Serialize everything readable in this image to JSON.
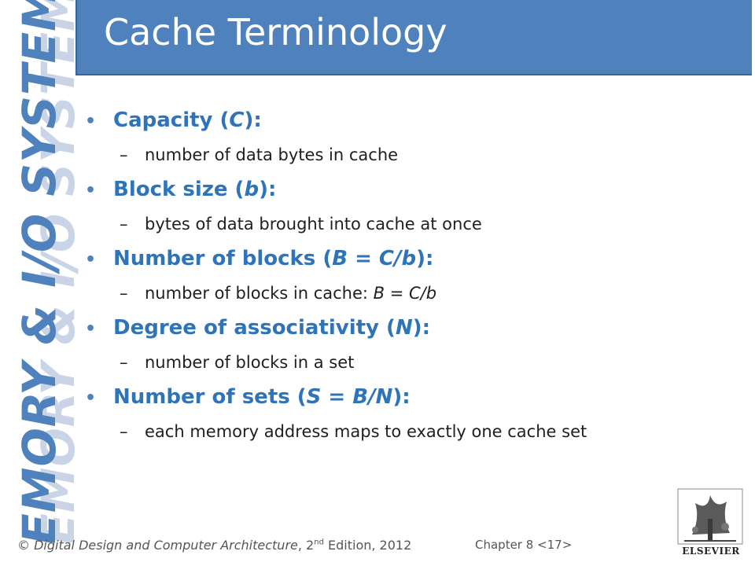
{
  "slide": {
    "title": "Cache Terminology",
    "side_title": "MEMORY & I/O SYSTEMS",
    "items": [
      {
        "label_pre": "Capacity (",
        "label_var": "C",
        "label_post": "):",
        "sub_pre": "number of data bytes in cache",
        "sub_var": "",
        "sub_post": ""
      },
      {
        "label_pre": "Block size (",
        "label_var": "b",
        "label_post": "):",
        "sub_pre": "bytes of data brought into cache at once",
        "sub_var": "",
        "sub_post": ""
      },
      {
        "label_pre": "Number of blocks (",
        "label_var": "B = C/b",
        "label_post": "):",
        "sub_pre": "number of blocks in cache: ",
        "sub_var": "B = C/b",
        "sub_post": ""
      },
      {
        "label_pre": "Degree of associativity (",
        "label_var": "N",
        "label_post": "):",
        "sub_pre": "number of blocks in a set",
        "sub_var": "",
        "sub_post": ""
      },
      {
        "label_pre": "Number of sets (",
        "label_var": "S = B/N",
        "label_post": "):",
        "sub_pre": "each memory address maps to exactly one cache set",
        "sub_var": "",
        "sub_post": ""
      }
    ]
  },
  "footer": {
    "copyright": "©",
    "book": "Digital Design and Computer Architecture",
    "edition_num": ", 2",
    "edition_sup": "nd",
    "edition_rest": " Edition, 2012",
    "chapter": "Chapter 8 <17>",
    "publisher": "ELSEVIER"
  },
  "colors": {
    "header_bg": "#4f81bd",
    "bullet_text": "#2f74b8",
    "side_title": "#4f81bd"
  },
  "icons": [
    "elsevier-tree-logo-icon",
    "bullet-dot-icon"
  ]
}
